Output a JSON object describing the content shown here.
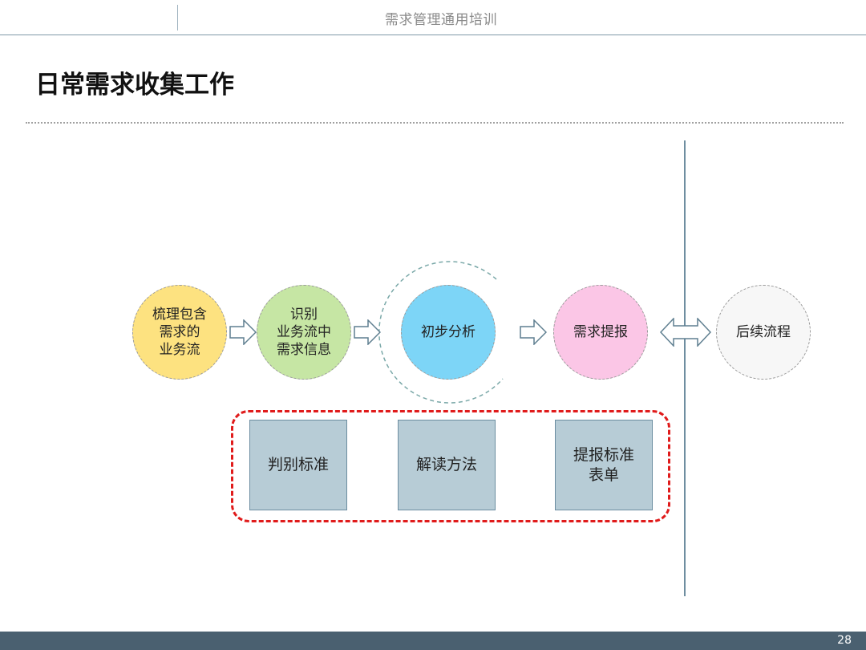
{
  "header": {
    "title": "需求管理通用培训"
  },
  "page": {
    "title": "日常需求收集工作",
    "number": "28"
  },
  "flow": {
    "nodes": [
      {
        "label": "梳理包含\n需求的\n业务流",
        "color": "#fde280"
      },
      {
        "label": "识别\n业务流中\n需求信息",
        "color": "#c6e6a4"
      },
      {
        "label": "初步分析",
        "color": "#7dd5f7"
      },
      {
        "label": "需求提报",
        "color": "#fbc6e6"
      },
      {
        "label": "后续流程",
        "color": "#f7f7f7"
      }
    ]
  },
  "tools": [
    {
      "label": "判别标准"
    },
    {
      "label": "解读方法"
    },
    {
      "label": "提报标准\n表单"
    }
  ],
  "colors": {
    "accent_line": "#6f8ea0",
    "highlight_frame": "#e01b1b",
    "footer": "#4a6070"
  }
}
